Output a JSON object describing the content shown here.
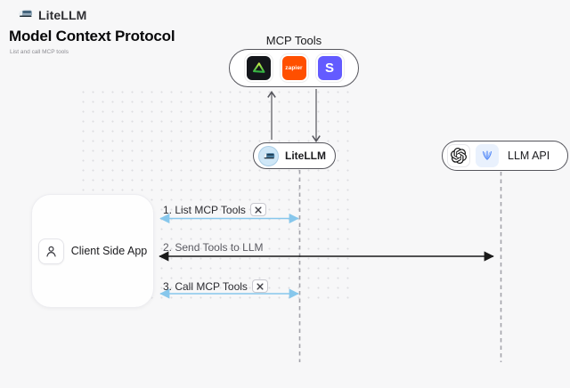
{
  "header": {
    "brand": "LiteLLM",
    "title": "Model Context Protocol",
    "subtitle": "List and call MCP tools"
  },
  "mcp_tools": {
    "label": "MCP Tools",
    "tools": [
      {
        "name": "green-triangle-tool",
        "text": ""
      },
      {
        "name": "zapier-tool",
        "text": "zapier"
      },
      {
        "name": "stripe-tool",
        "text": "S"
      }
    ]
  },
  "nodes": {
    "litellm": {
      "label": "LiteLLM"
    },
    "llm_api": {
      "label": "LLM API"
    },
    "client": {
      "label": "Client Side App"
    }
  },
  "messages": [
    {
      "label": "1. List MCP Tools",
      "badge": "crossed-tools-icon",
      "color": "#87c7ec"
    },
    {
      "label": "2. Send Tools to LLM",
      "badge": null,
      "color": "#1a1a1a"
    },
    {
      "label": "3. Call MCP Tools",
      "badge": "crossed-tools-icon",
      "color": "#87c7ec"
    }
  ],
  "colors": {
    "background": "#f7f7f8",
    "blue_arrow": "#87c7ec",
    "dark_arrow": "#1a1a1a",
    "gray_arrow": "#55555c",
    "zapier_orange": "#ff4f00",
    "stripe_purple": "#635bff",
    "triangle_green_top": "#c8ee4a",
    "triangle_green_bottom": "#2fb344"
  }
}
